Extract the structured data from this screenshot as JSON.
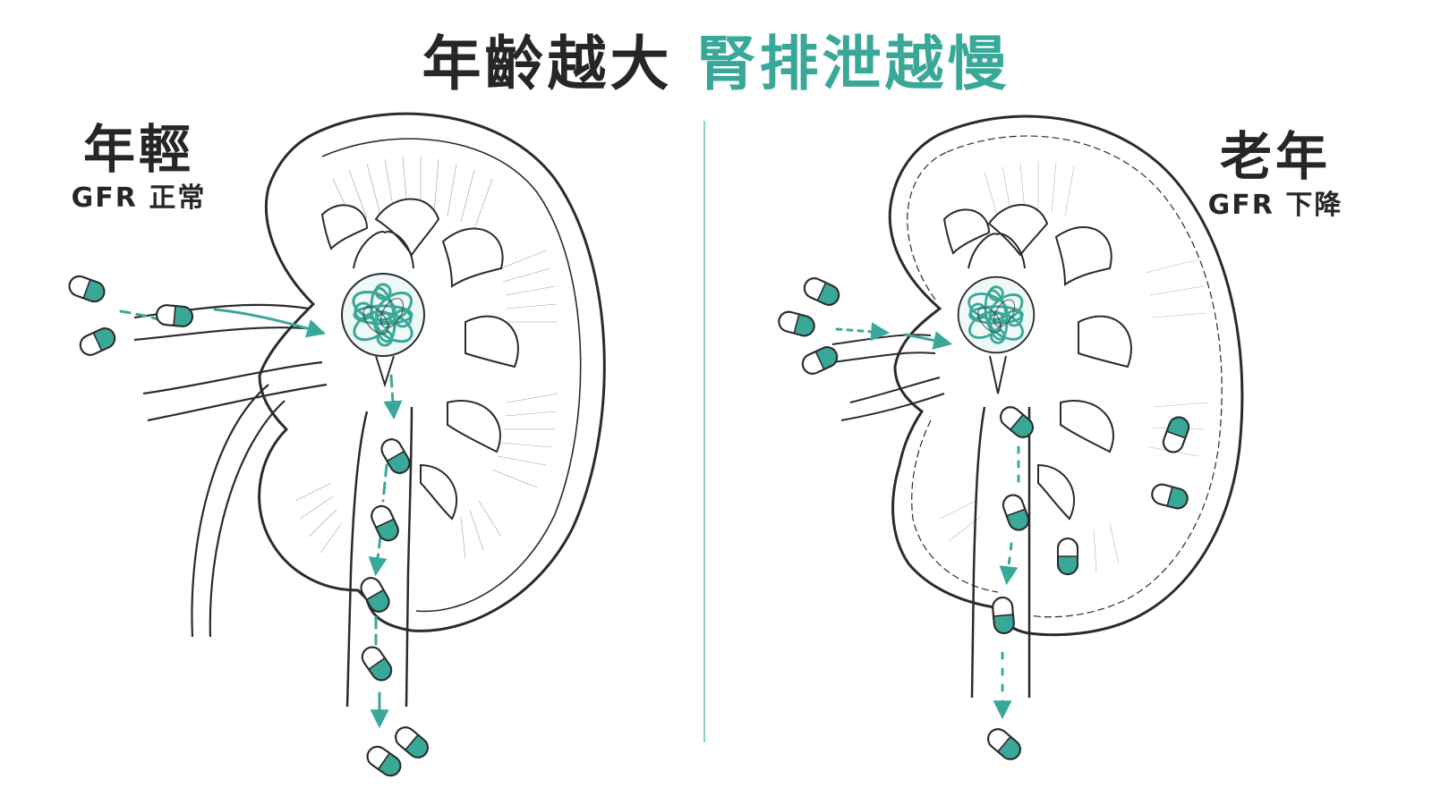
{
  "title": {
    "part1": "年齡越大",
    "part2": "腎排泄越慢"
  },
  "panels": {
    "young": {
      "label": "年輕",
      "sublabel": "GFR 正常"
    },
    "old": {
      "label": "老年",
      "sublabel": "GFR 下降"
    }
  },
  "colors": {
    "accent": "#3aa898",
    "line": "#2b2b2b",
    "text": "#262626",
    "divider": "#8fcfc4"
  },
  "icons": {
    "pill": "capsule-icon",
    "kidney": "kidney-illustration",
    "glomerulus": "glomerulus-icon",
    "arrow": "flow-arrow-icon"
  }
}
